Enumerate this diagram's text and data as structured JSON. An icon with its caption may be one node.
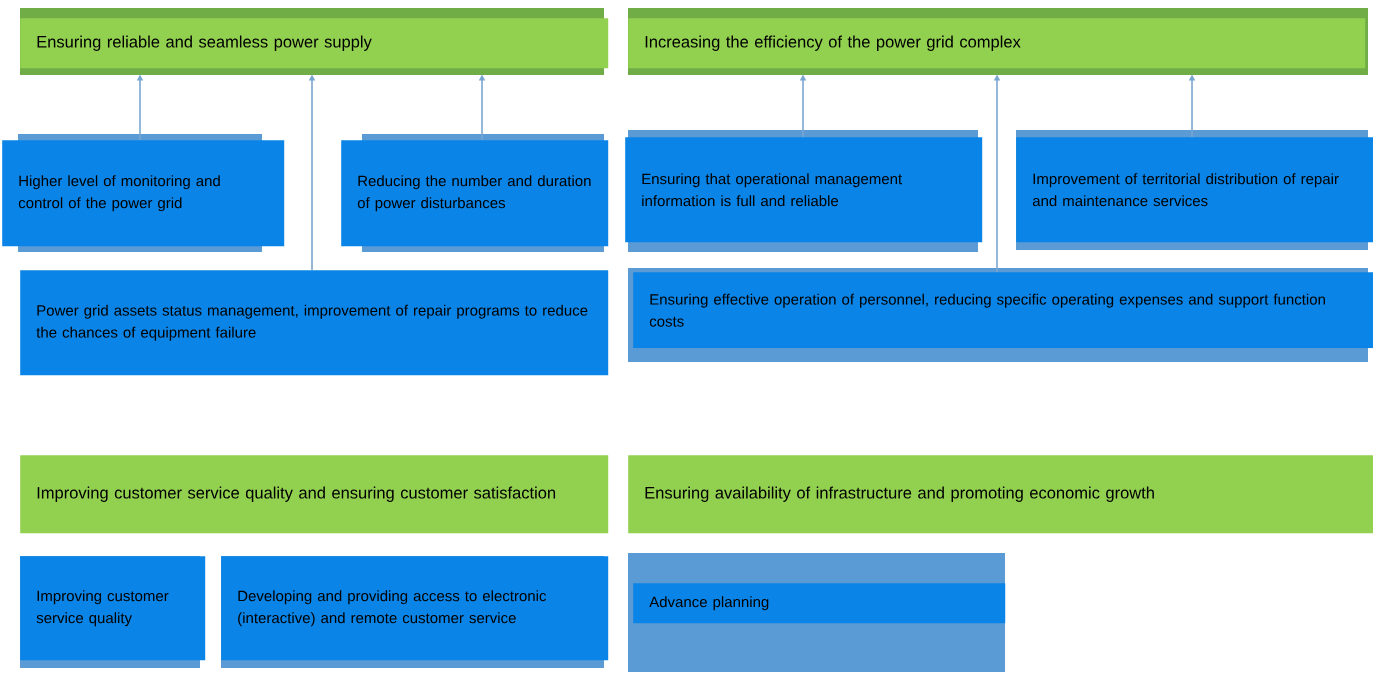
{
  "diagram": {
    "nodes": [
      {
        "text": [
          "Ensuring reliable and seamless power supply"
        ]
      },
      {
        "text": [
          "Higher level of monitoring and control of the power grid"
        ]
      },
      {
        "text": [
          "Reducing the number and duration of power disturbances"
        ]
      },
      {
        "text": [
          "Power grid assets status management, improvement of repair programs to reduce the chances of equipment failure"
        ]
      },
      {
        "text": [
          "Increasing the efficiency of the power grid complex"
        ]
      },
      {
        "text": [
          "Ensuring that operational management information is full and reliable"
        ]
      },
      {
        "text": [
          "Improvement of territorial distribution of repair and maintenance services"
        ]
      },
      {
        "text": [
          "Ensuring effective operation of personnel, reducing specific operating expenses and support function costs"
        ]
      },
      {
        "text": [
          "Improving customer service quality and ensuring customer satisfaction"
        ]
      },
      {
        "text": [
          "Ensuring availability of infrastructure and promoting economic growth"
        ]
      },
      {
        "text": [
          "Improving customer service quality"
        ]
      },
      {
        "text": [
          "Developing and providing access to electronic (interactive) and remote customer service"
        ]
      },
      {
        "text": [
          "Advance planning"
        ]
      }
    ],
    "edges": [
      {
        "from": 1,
        "to": 0,
        "arrow": "to"
      },
      {
        "from": 3,
        "to": 0,
        "arrow": "to"
      },
      {
        "from": 2,
        "to": 0,
        "arrow": "to"
      },
      {
        "from": 5,
        "to": 4,
        "arrow": "to"
      },
      {
        "from": 7,
        "to": 4,
        "arrow": "to"
      },
      {
        "from": 6,
        "to": 4,
        "arrow": "to"
      }
    ]
  }
}
